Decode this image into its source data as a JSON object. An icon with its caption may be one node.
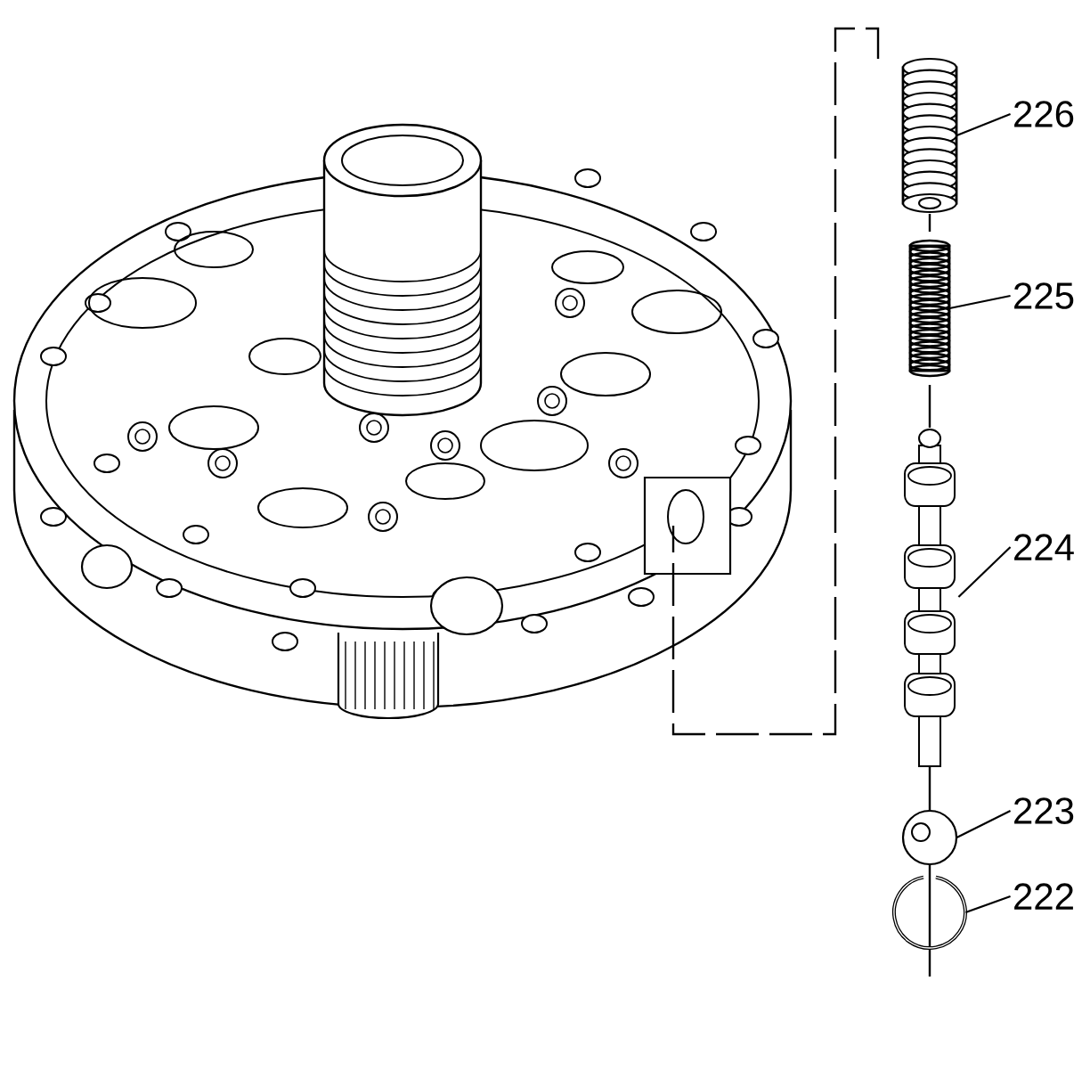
{
  "diagram": {
    "nodes": [
      {
        "text": [
          "226"
        ]
      },
      {
        "text": [
          "225"
        ]
      },
      {
        "text": [
          "224"
        ]
      },
      {
        "text": [
          "223"
        ]
      },
      {
        "text": [
          "222"
        ]
      },
      {
        "text": [],
        "shape": "picture"
      },
      {
        "text": [],
        "shape": "picture"
      },
      {
        "text": [],
        "shape": "picture"
      },
      {
        "text": [],
        "shape": "picture"
      },
      {
        "text": [],
        "shape": "picture"
      }
    ],
    "edges": [
      {
        "from": 0,
        "to": 5,
        "arrow": "none"
      },
      {
        "from": 1,
        "to": 6,
        "arrow": "none"
      },
      {
        "from": 2,
        "to": 7,
        "arrow": "none"
      },
      {
        "from": 3,
        "to": 8,
        "arrow": "none"
      },
      {
        "from": 4,
        "to": 9,
        "arrow": "none"
      }
    ]
  }
}
